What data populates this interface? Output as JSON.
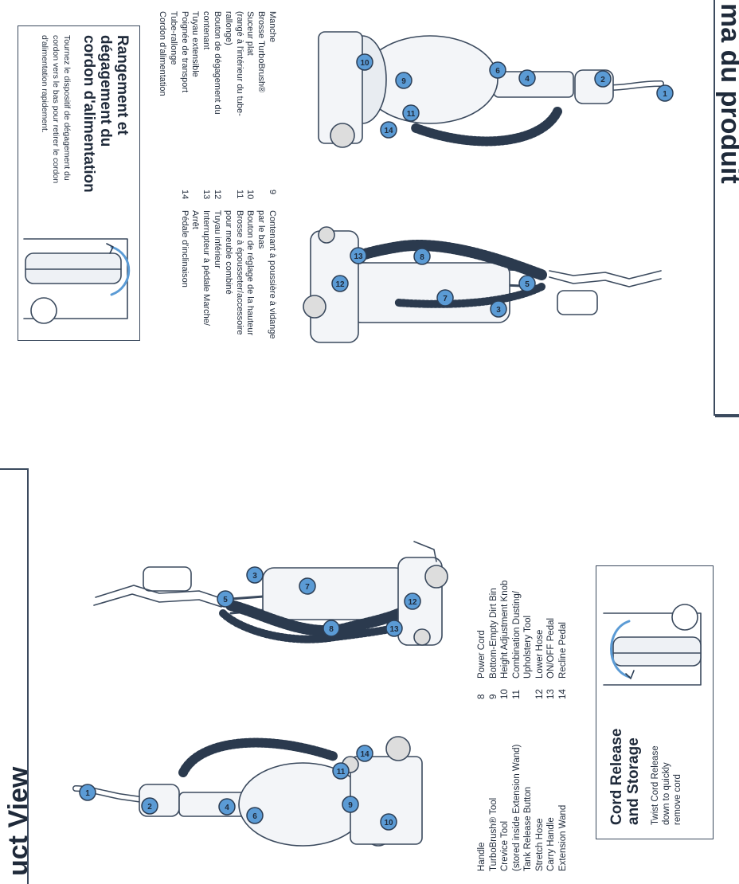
{
  "english": {
    "title": "uct View",
    "parts_left": [
      "Handle",
      "TurboBrush® Tool",
      "Crevice Tool",
      "(stored inside Extension Wand)",
      "Tank Release Button",
      "Stretch Hose",
      "Carry Handle",
      "Extension Wand"
    ],
    "parts_right": [
      {
        "num": "8",
        "label": "Power Cord"
      },
      {
        "num": "9",
        "label": "Bottom-Empty Dirt Bin"
      },
      {
        "num": "10",
        "label": "Height Adjustment Knob"
      },
      {
        "num": "11",
        "label": "Combination Dusting/"
      },
      {
        "num": "",
        "label": "Upholstery Tool"
      },
      {
        "num": "12",
        "label": "Lower Hose"
      },
      {
        "num": "13",
        "label": "ON/OFF Pedal"
      },
      {
        "num": "14",
        "label": "Recline Pedal"
      }
    ],
    "cord_box": {
      "heading_1": "Cord Release",
      "heading_2": "and Storage",
      "text_1": "Twist Cord Release",
      "text_2": "down to quickly",
      "text_3": "remove cord"
    }
  },
  "french": {
    "title": "ma du produit",
    "parts_left": [
      "Manche",
      "Brosse TurboBrush®",
      "Suceur plat",
      "(rangé à l'intérieur du tube-",
      "rallonge)",
      "Bouton de dégagement du",
      "contenant",
      "Tuyau extensible",
      "Poignée de transport",
      "Tube-rallonge",
      "Cordon d'alimentation"
    ],
    "parts_right": [
      {
        "num": "9",
        "label": "Contenant à poussière à vidange"
      },
      {
        "num": "",
        "label": "par le bas"
      },
      {
        "num": "10",
        "label": "Bouton de réglage de la hauteur"
      },
      {
        "num": "11",
        "label": "Brosse à épousseter/accessoire"
      },
      {
        "num": "",
        "label": "pour meuble combiné"
      },
      {
        "num": "12",
        "label": "Tuyau inférieur"
      },
      {
        "num": "13",
        "label": "Interrupteur à pédale Marche/"
      },
      {
        "num": "",
        "label": "Arrêt"
      },
      {
        "num": "14",
        "label": "Pédale d'inclinaison"
      }
    ],
    "cord_box": {
      "heading_1": "Rangement et",
      "heading_2": "dégagement du",
      "heading_3": "cordon d'alimentation",
      "text_1": "Tournez le dispositif de dégagement du",
      "text_2": "cordon vers le bas pour retirer le cordon",
      "text_3": "d'alimentation rapidement."
    }
  },
  "callouts": [
    "1",
    "2",
    "3",
    "4",
    "5",
    "6",
    "7",
    "8",
    "9",
    "10",
    "11",
    "12",
    "13",
    "14"
  ],
  "colors": {
    "badge": "#5b9bd5",
    "line": "#3b4a5e",
    "text": "#1f2a3a"
  }
}
